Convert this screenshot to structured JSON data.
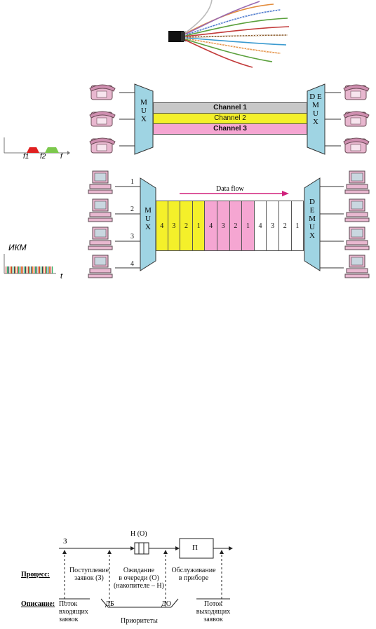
{
  "fdm": {
    "mux_label": "M U X",
    "demux_label": "D E M U X",
    "channels": [
      {
        "label": "Channel 1",
        "color": "#c8c8c8",
        "bold": true
      },
      {
        "label": "Channel 2",
        "color": "#f4f02a",
        "bold": false
      },
      {
        "label": "Channel 3",
        "color": "#f5a6d2",
        "bold": true
      }
    ]
  },
  "freq_plot": {
    "f1": "f1",
    "f2": "f2",
    "f": "f",
    "colors": [
      "#e02020",
      "#7cc84c"
    ]
  },
  "tdm": {
    "mux_label": "M U X",
    "demux_label": "D E M U X",
    "flow_label": "Data flow",
    "inputs": [
      "1",
      "2",
      "3",
      "4"
    ],
    "frames": [
      {
        "color": "#f4f02a",
        "slots": [
          "4",
          "3",
          "2",
          "1"
        ]
      },
      {
        "color": "#f5a6d2",
        "slots": [
          "4",
          "3",
          "2",
          "1"
        ]
      },
      {
        "color": "#ffffff",
        "slots": [
          "4",
          "3",
          "2",
          "1"
        ]
      }
    ]
  },
  "pcm_plot": {
    "label": "ИКМ",
    "t": "t"
  },
  "queue": {
    "z": "З",
    "queue_label": "Н (О)",
    "device": "П",
    "process_title": "Процесс:",
    "description_title": "Описание:",
    "proc_arrival": "Поступление\nзаявок (З)",
    "proc_wait": "Ожидание\nв очереди (О)\n(накопителе – Н)",
    "proc_service": "Обслуживание\nв приборе",
    "desc_in": "Поток\nвходящих\nзаявок",
    "desc_db": "ДБ",
    "desc_do": "ДО",
    "desc_priority": "Приоритеты",
    "desc_out": "Поток\nвыходящих\nзаявок"
  }
}
